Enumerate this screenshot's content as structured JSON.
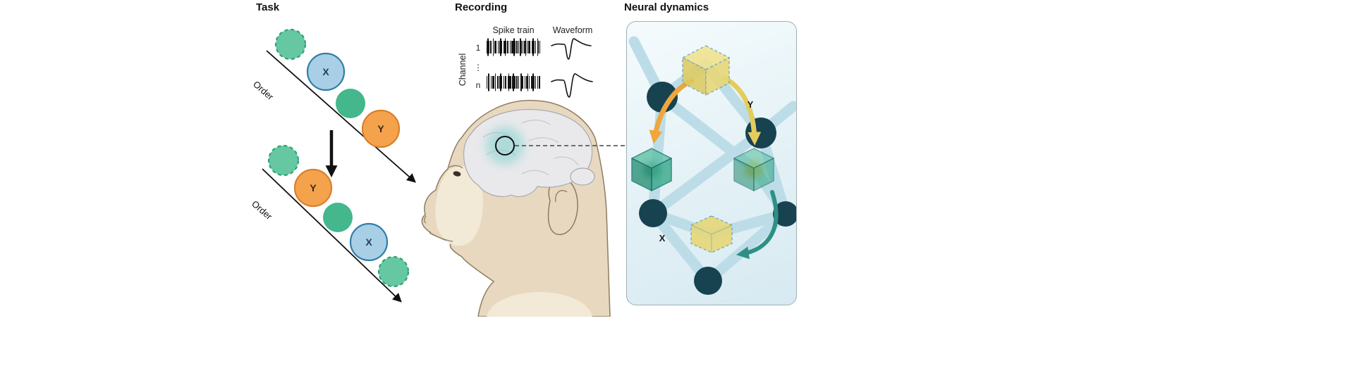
{
  "figure": {
    "task": {
      "title": "Task",
      "order_label_top": "Order",
      "order_label_bottom": "Order",
      "x_label_top": "X",
      "y_label_top": "Y",
      "y_label_bottom": "Y",
      "x_label_bottom": "X"
    },
    "recording": {
      "title": "Recording",
      "spike_train_label": "Spike train",
      "waveform_label": "Waveform",
      "channel_axis_label": "Channel",
      "channel_first": "1",
      "channel_ellipsis": "⋮",
      "channel_last": "n"
    },
    "neural_dynamics": {
      "title": "Neural dynamics",
      "state_y": "Y",
      "state_x": "X"
    }
  },
  "colors": {
    "green-solid": "#44b78c",
    "green-dashed-fill": "#66c8a3",
    "green-dashed-stroke": "#2fa277",
    "blue-fill": "#a9cfe6",
    "blue-stroke": "#2f7fa6",
    "orange-fill": "#f5a24d",
    "orange-stroke": "#d97f2a",
    "monkey-skin": "#e7d8bf",
    "monkey-line": "#8d7c60",
    "monkey-face": "#f2e9d6",
    "brain-fill": "#e9e9ec",
    "brain-line": "#a9a9b0",
    "brain-highlight": "#7fd0cc",
    "panel-border": "#9fb0b5",
    "edge": "#bcdde8",
    "node": "#174250",
    "cube-yellow": "#e8d774",
    "cube-yellow-top": "#f0e28c",
    "cube-yellow-side": "#ddca60",
    "cube-green-top": "#5fc0a4",
    "cube-green-left": "#2e9478",
    "cube-green-right": "#3aa98a",
    "cube-outline": "#1c6e6e",
    "dashed-outline": "#6fa3ad",
    "arrow-orange": "#f0a63a",
    "arrow-yellow": "#e4cd5e",
    "arrow-teal": "#2f8f85"
  }
}
